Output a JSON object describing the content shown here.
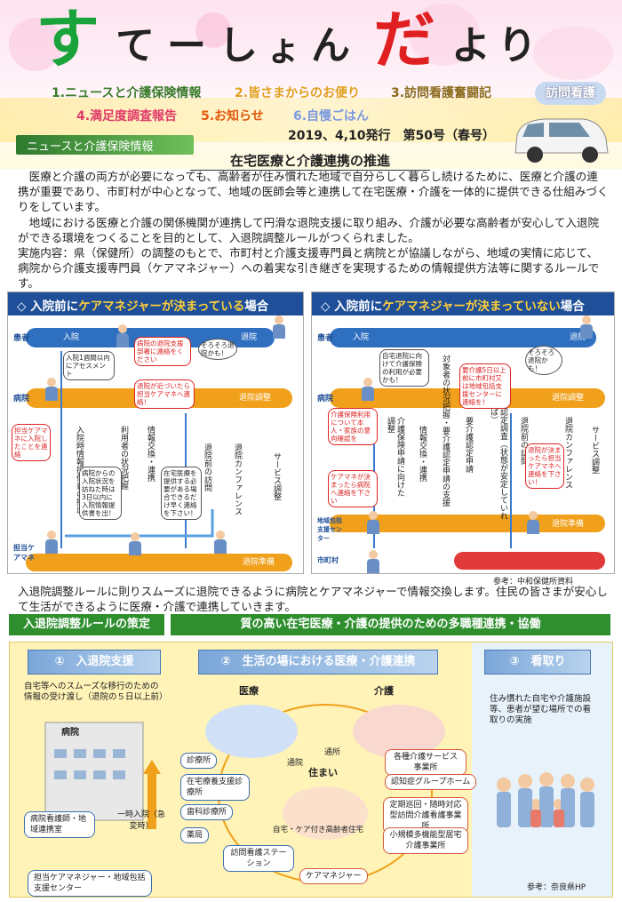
{
  "header": {
    "title_chars": [
      "す",
      "て",
      "ー",
      "し",
      "ょ",
      "ん",
      "だ",
      "よ",
      "り"
    ],
    "title_colors": [
      "#1aa33a",
      "#222",
      "#222",
      "#222",
      "#222",
      "#222",
      "#e02020",
      "#222",
      "#222"
    ],
    "menu": [
      {
        "label": "1.ニュースと介護保険情報",
        "color": "#3a7a2a"
      },
      {
        "label": "2.皆さまからのお便り",
        "color": "#e0a01a"
      },
      {
        "label": "3.訪問看護奮闘記",
        "color": "#8a6a1a"
      },
      {
        "label": "4.満足度調査報告",
        "color": "#e03a6a"
      },
      {
        "label": "5.お知らせ",
        "color": "#e05a10"
      },
      {
        "label": "6.自慢ごはん",
        "color": "#7a9ae0"
      }
    ],
    "badge": "訪問看護",
    "news_bar": "ニュースと介護保険情報",
    "issue": "2019、4,10発行　第50号（春号）"
  },
  "article": {
    "subtitle": "在宅医療と介護連携の推進",
    "paragraphs": [
      "　医療と介護の両方が必要になっても、高齢者が住み慣れた地域で自分らしく暮らし続けるために、医療と介護の連携が重要であり、市町村が中心となって、地域の医師会等と連携して在宅医療・介護を一体的に提供できる仕組みづくりをしています。",
      "　地域における医療と介護の関係機関が連携して円滑な退院支援に取り組み、介護が必要な高齢者が安心して入退院ができる環境をつくることを目的として、入退院調整ルールがつくられました。",
      "実施内容：県（保健所）の調整のもとで、市町村と介護支援専門員と病院とが協議しながら、地域の実情に応じて、病院から介護支援専門員（ケアマネジャー）への着実な引き継ぎを実現するための情報提供方法等に関するルールです。"
    ]
  },
  "diagram_left": {
    "title_pre": "◇ 入院前に",
    "title_hl": "ケアマネジャーが決まっている",
    "title_post": "場合",
    "rows": [
      "患者",
      "病院",
      "担当ケアマネ"
    ],
    "lanes": [
      "入院",
      "退院調整",
      "退院準備",
      "退院"
    ],
    "verticals": [
      "入院時情報提供書の提出",
      "利用者の状況把握",
      "情報交換・連携",
      "退院前の訪問",
      "退院カンファレンス",
      "サービス調整"
    ],
    "bubbles": [
      "入院1週間以内にアセスメント",
      "病院の退院支援部署に連絡をください",
      "退院が近づいたら担当ケアマネへ連絡！",
      "担当ケアマネに入院したことを連絡",
      "病院からの入院状況を訪ねた時は3日以内に入院情報提供書を出！",
      "在宅医療を提供する必要がある場合できるだけ早く連絡を下さい！",
      "そろそろ退院かも！"
    ]
  },
  "diagram_right": {
    "title_pre": "◇ 入院前に",
    "title_hl": "ケアマネジャーが決まっていない",
    "title_post": "場合",
    "rows": [
      "患者",
      "病院",
      "地域包括支援センター",
      "市町村"
    ],
    "lanes": [
      "入院",
      "退院調整",
      "退院準備",
      "退院"
    ],
    "verticals": [
      "介護保険申請に向けた調整",
      "情報交換・連携",
      "対象者の状況把握・要介護認定申請の支援",
      "要介護認定申請",
      "認定調査（状態が安定していれば）",
      "退院前の訪問",
      "退院カンファレンス",
      "サービス調整"
    ],
    "bubbles": [
      "介護保険利用について本人・家族の意向確認を",
      "自宅退院に向けて介護保険の利用が必要かも！",
      "要介護5日以上前に市町村又は地域包括支援センターに連絡を！",
      "ケアマネが決まったら病院へ連絡を下さい",
      "退院が決まったら担当ケアマネへ連絡を下さい！",
      "そろそろ退院かも！"
    ]
  },
  "ref1": "参考：中和保健所資料",
  "body2": "入退院調整ルールに則りスムーズに退院できるように病院とケアマネジャーで情報交換します。住民の皆さまが安心して生活ができるように医療・介護で連携していきます。",
  "bottom": {
    "left_title": "入退院調整ルールの策定",
    "right_title": "質の高い在宅医療・介護の提供のための多職種連携・協働",
    "steps": [
      "①　入退院支援",
      "②　生活の場における医療・介護連携",
      "③　看取り"
    ],
    "step1_text": "自宅等へのスムーズな移行のための情報の受け渡し（退院の５日以上前）",
    "hospital": "病院",
    "admission": "一時入院（急変時）",
    "hosp_staff": "病院看護師・地域連携室",
    "caremgr": "担当ケアマネジャー・地域包括支援センター",
    "medical": "医療",
    "care": "介護",
    "home": "住まい",
    "home_sub": "自宅・ケア付き高齢者住宅",
    "visit": "通院",
    "commute": "通所",
    "med_items": [
      "診療所",
      "在宅療養支援診療所",
      "歯科診療所",
      "薬局",
      "訪問看護ステーション"
    ],
    "care_items": [
      "各種介護サービス事業所",
      "認知症グループホーム",
      "定期巡回・随時対応型訪問介護看護事業所",
      "小規模多機能型居宅介護事業所"
    ],
    "cm": "ケアマネジャー",
    "step3_text": "住み慣れた自宅や介護施設等、患者が望む場所での看取りの実施",
    "ref2": "参考：奈良県HP"
  }
}
